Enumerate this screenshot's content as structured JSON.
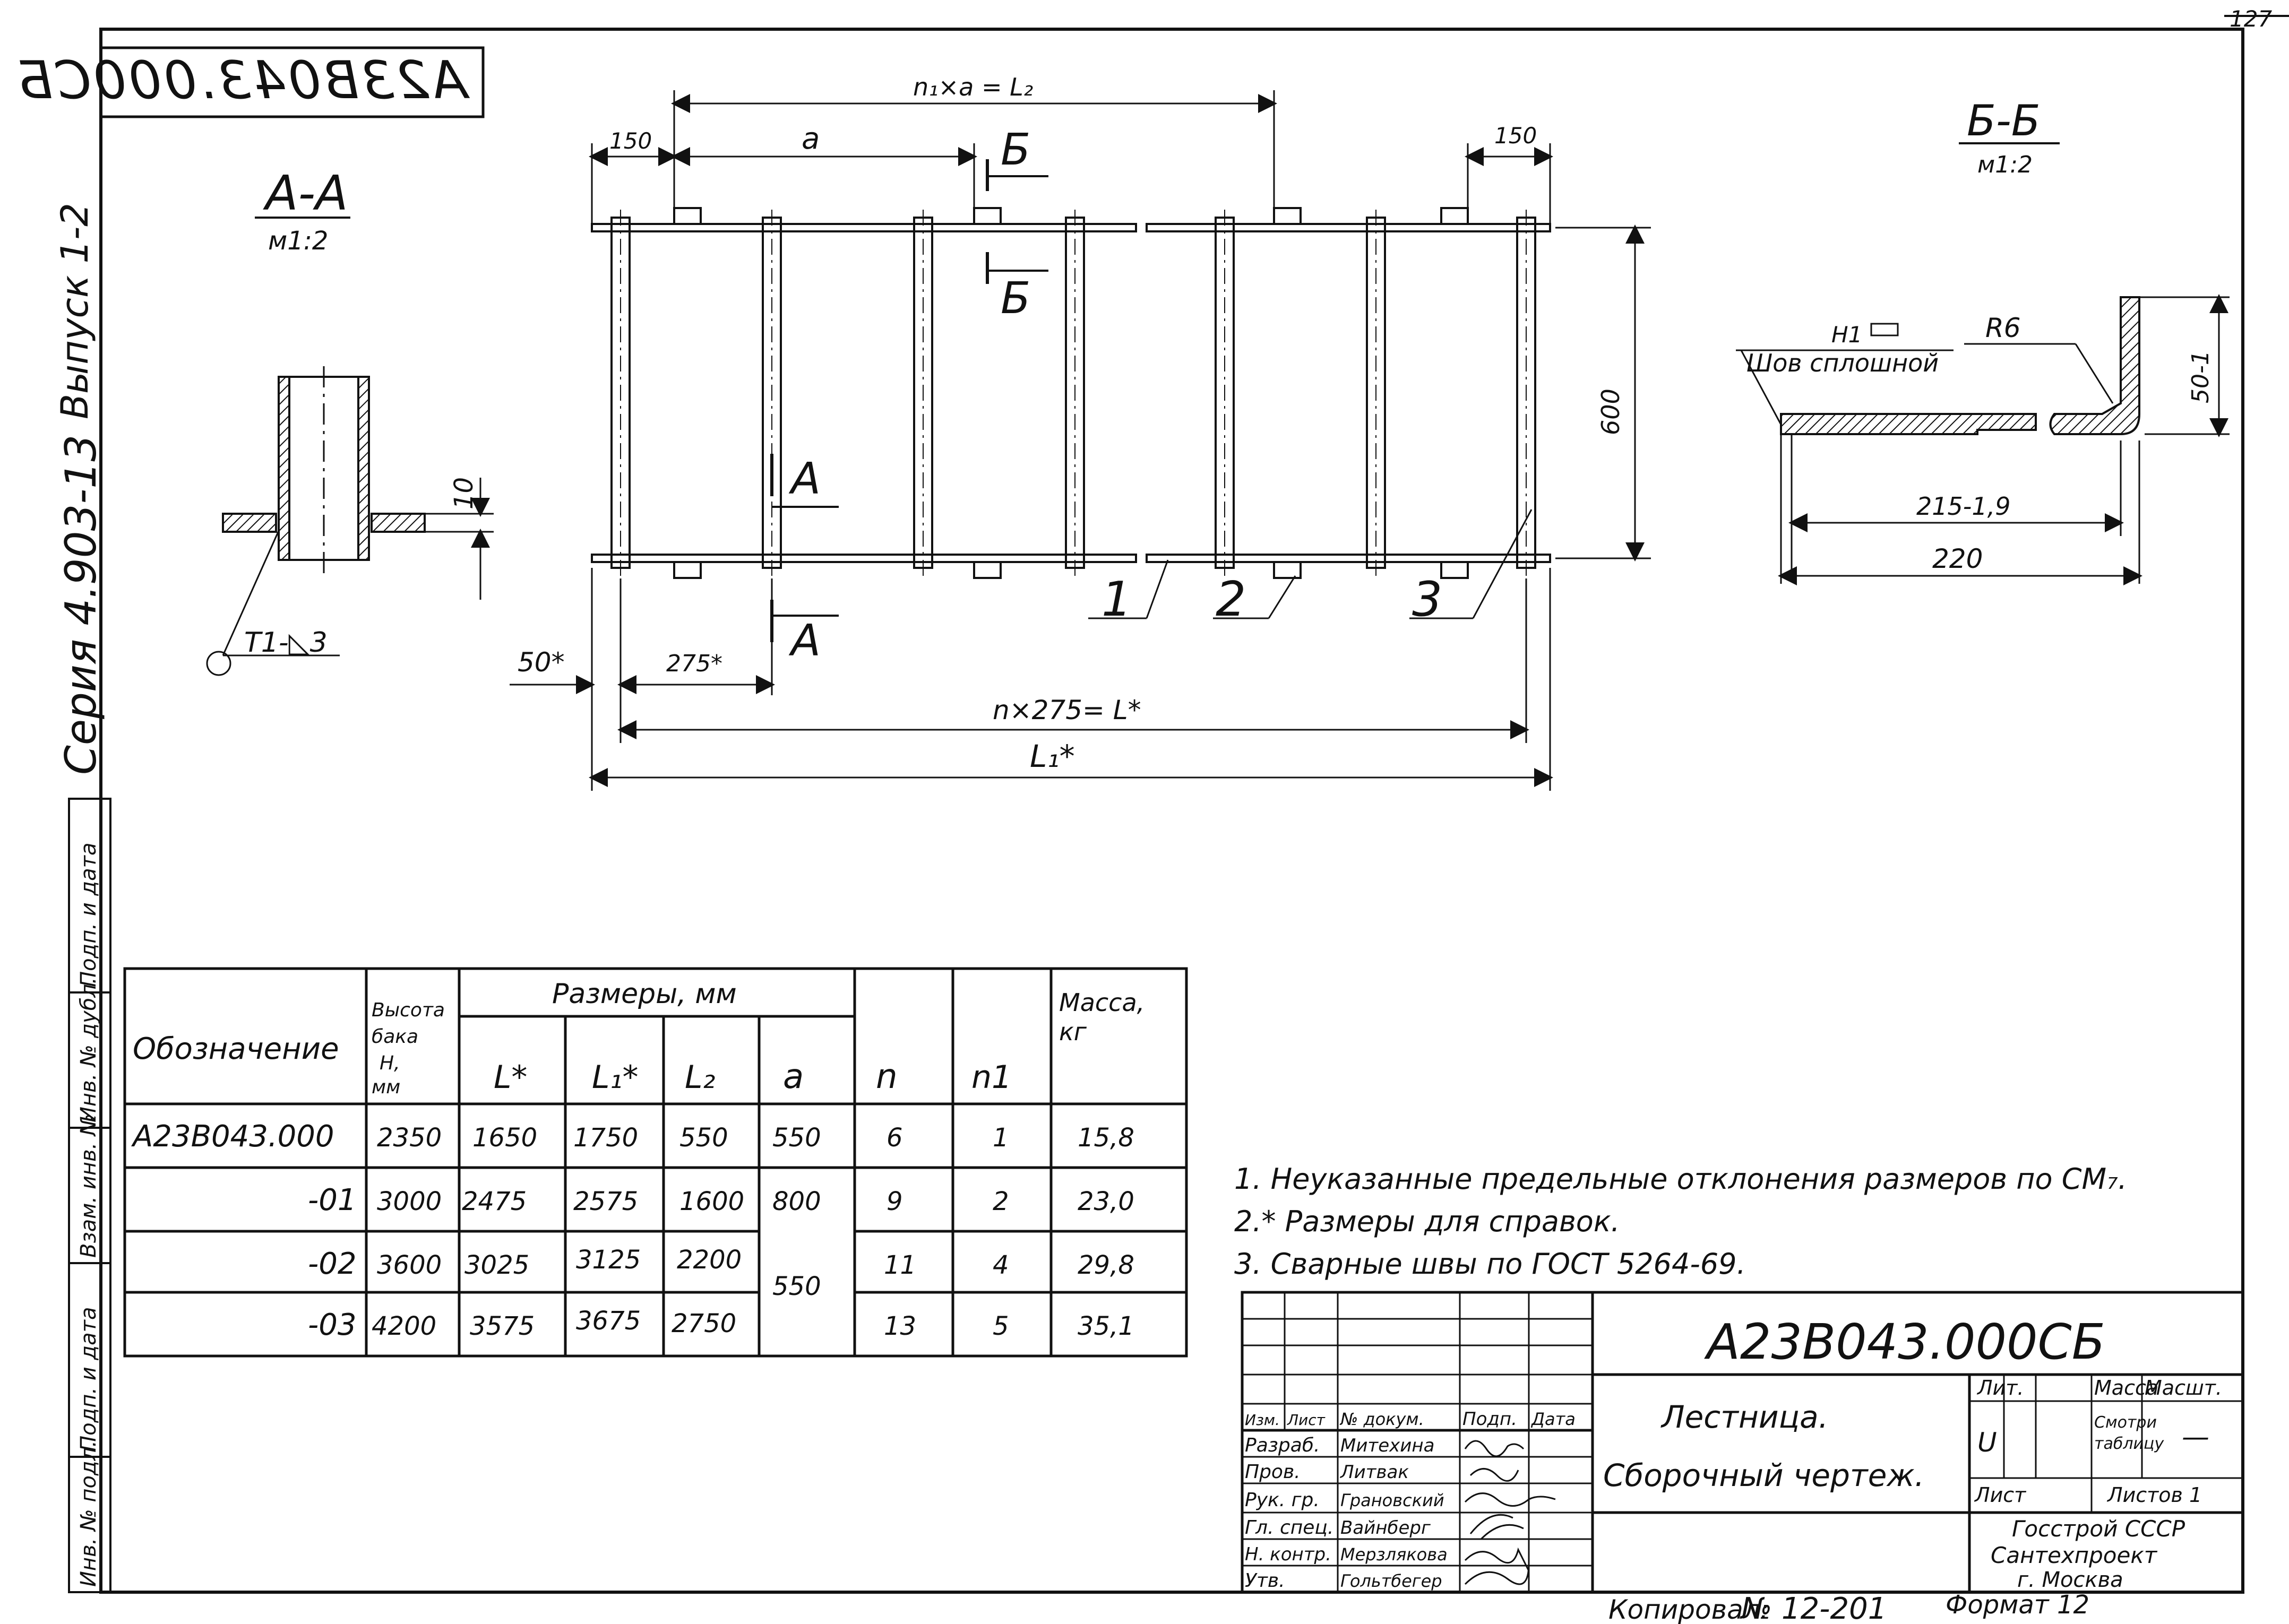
{
  "page_number": "127",
  "stamp_mirrored": "A23B043.000СБ",
  "side_text": {
    "series": "Серия 4.903-13",
    "issue": "Выпуск 1-2"
  },
  "left_stamp_labels": [
    "Инв. № подл.",
    "Подп. и дата",
    "Взам. инв. №",
    "Инв. № дубл.",
    "Подп. и дата"
  ],
  "section_aa": {
    "title": "А-А",
    "scale": "м1:2",
    "dim": "10",
    "weld": "Т1-◺3"
  },
  "section_bb": {
    "title": "Б-Б",
    "scale": "м1:2",
    "weld_mark": "Н1",
    "weld_text": "Шов сплошной",
    "radius": "R6",
    "dim_height": "50-1",
    "dim_inner": "215-1,9",
    "dim_total": "220"
  },
  "ladder": {
    "dim_top": "n₁×a = L₂",
    "dim_a": "a",
    "dim_150_left": "150",
    "dim_150_right": "150",
    "dim_height": "600",
    "dim_50": "50*",
    "dim_275": "275*",
    "dim_nL": "n×275= L*",
    "dim_L1": "L₁*",
    "cut_a": "А",
    "cut_b": "Б",
    "positions": [
      "1",
      "2",
      "3"
    ]
  },
  "table": {
    "header_designation": "Обозначение",
    "header_height": "Высота бака Н, мм",
    "header_sizes": "Размеры, мм",
    "header_L": "L*",
    "header_L1": "L₁*",
    "header_L2": "L₂",
    "header_a": "a",
    "header_n": "n",
    "header_n1": "n1",
    "header_mass": "Масса, кг",
    "rows": [
      [
        "A23B043.000",
        "2350",
        "1650",
        "1750",
        "550",
        "550",
        "6",
        "1",
        "15,8"
      ],
      [
        "-01",
        "3000",
        "2475",
        "2575",
        "1600",
        "800",
        "9",
        "2",
        "23,0"
      ],
      [
        "-02",
        "3600",
        "3025",
        "3125",
        "2200",
        "550",
        "11",
        "4",
        "29,8"
      ],
      [
        "-03",
        "4200",
        "3575",
        "3675",
        "2750",
        "",
        "13",
        "5",
        "35,1"
      ]
    ]
  },
  "notes": [
    "1. Неуказанные предельные отклонения размеров по СМ₇.",
    "2.* Размеры для справок.",
    "3. Сварные швы по ГОСТ 5264-69."
  ],
  "title_block": {
    "doc_number": "A23B043.000СБ",
    "name_line1": "Лестница.",
    "name_line2": "Сборочный чертеж.",
    "col_headers": [
      "Изм.",
      "Лист",
      "№ докум.",
      "Подп.",
      "Дата"
    ],
    "roles": [
      [
        "Разраб.",
        "Митехина"
      ],
      [
        "Пров.",
        "Литвак"
      ],
      [
        "Рук. гр.",
        "Грановский"
      ],
      [
        "Гл. спец.",
        "Вайнберг"
      ],
      [
        "Н. контр.",
        "Мерзлякова"
      ],
      [
        "Утв.",
        "Гольтбегер"
      ]
    ],
    "lit": "Лит.",
    "mass": "Масса",
    "scale": "Масшт.",
    "lit_value": "U",
    "mass_value": "Смотри таблицу",
    "scale_value": "—",
    "sheet": "Лист",
    "sheets": "Листов 1",
    "org1": "Госстрой СССР",
    "org2": "Сантехпроект",
    "org3": "г. Москва"
  },
  "footer": {
    "copied": "Копировал:",
    "copied_no": "№ 12-201",
    "format": "Формат 12"
  }
}
